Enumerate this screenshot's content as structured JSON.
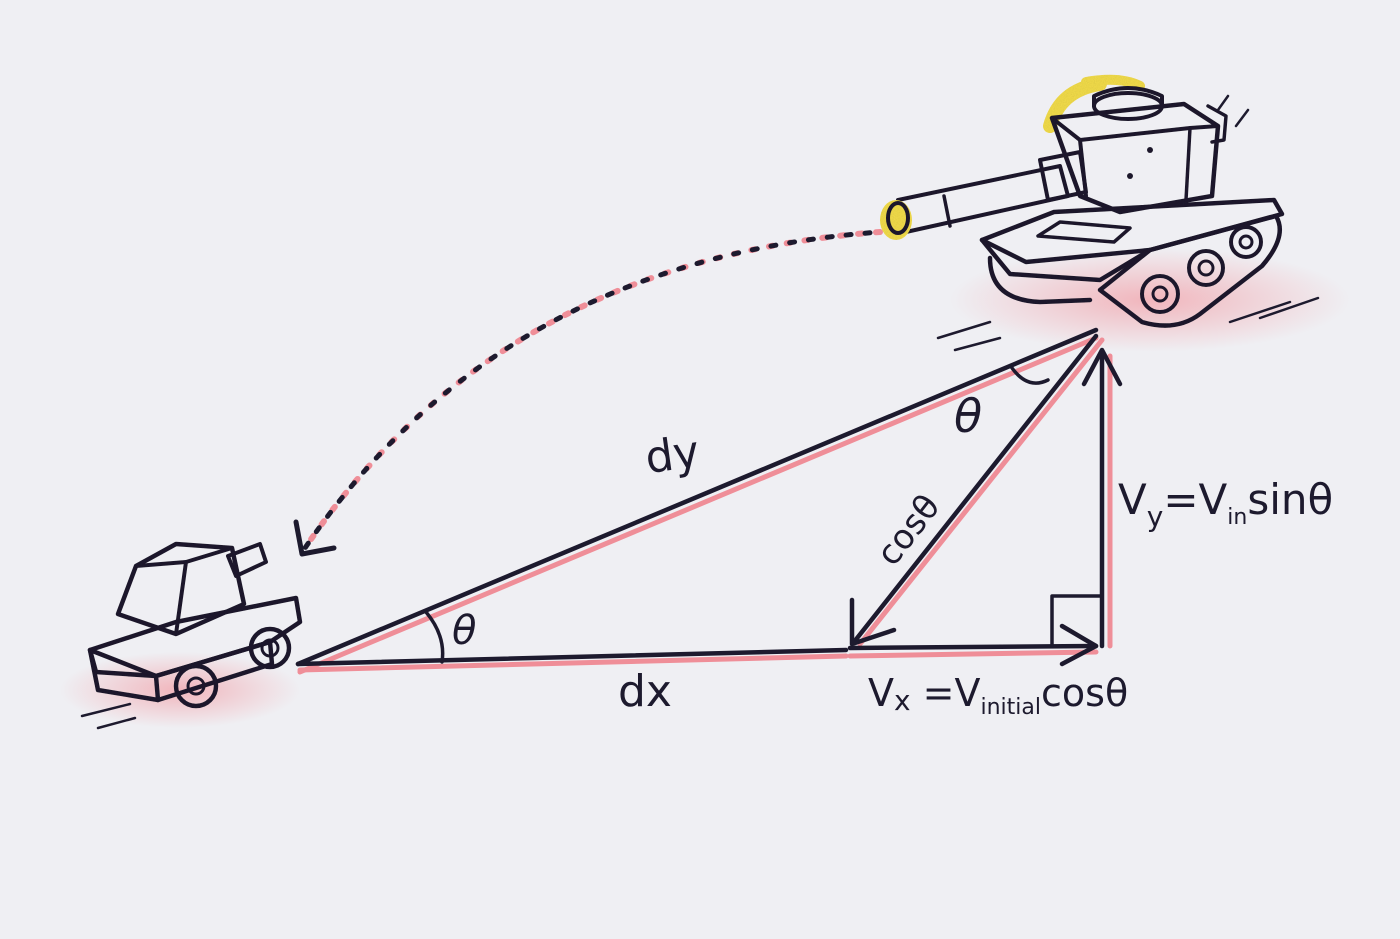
{
  "labels": {
    "dy": "dy",
    "dx": "dx",
    "theta_top": "θ",
    "theta_bottom": "θ",
    "cos": "cosθ",
    "vy": {
      "main": "V",
      "sub1": "y",
      "mid": "=V",
      "sub2": "in",
      "tail": "sinθ"
    },
    "vx": {
      "main": "V",
      "sub1": "x",
      "mid": " =V",
      "sub2": "initial",
      "tail": "cosθ"
    }
  },
  "colors": {
    "background": "#efeff3",
    "ink": "#1d1a2e",
    "pink": "#ef8e98",
    "tank_fill": "#f08d96",
    "muzzle": "#f3dd4a"
  },
  "icons": {
    "big_tank": "tank-icon",
    "small_tank": "small-tank-icon"
  }
}
